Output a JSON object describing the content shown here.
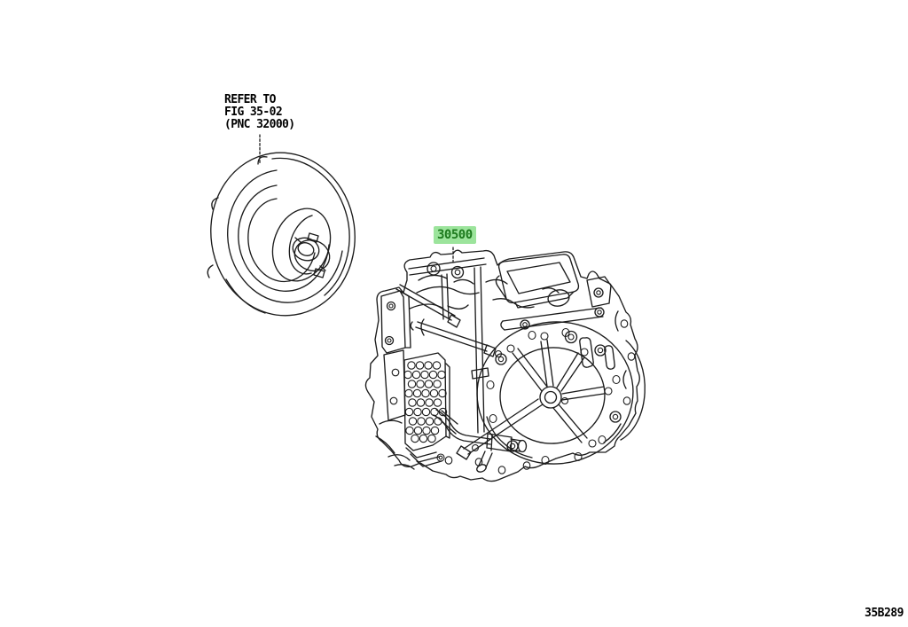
{
  "refer_note": {
    "lines": [
      "REFER TO",
      "FIG 35-02",
      "(PNC 32000)"
    ]
  },
  "part_label": {
    "text": "30500"
  },
  "figure_code": "35B289",
  "colors": {
    "page_bg": "#ffffff",
    "text_color": "#000000",
    "line_color": "#1c1c1c",
    "part_highlight_bg": "#9ce49c",
    "part_highlight_fg": "#1d7a1d"
  }
}
